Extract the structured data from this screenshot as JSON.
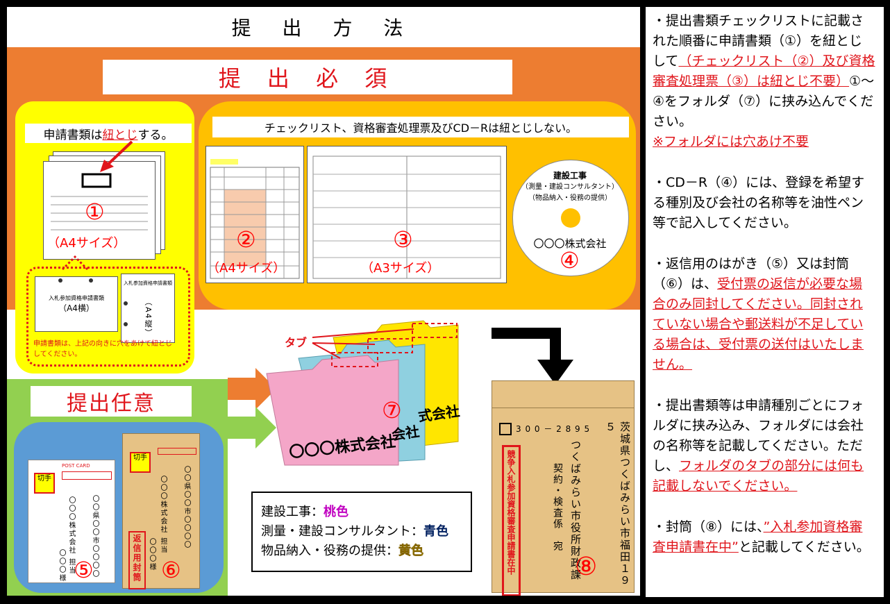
{
  "header": {
    "title": "提 出 方 法"
  },
  "required": {
    "banner": "提 出 必 須",
    "bind_note_pre": "申請書類は",
    "bind_note_link": "紐とじ",
    "bind_note_post": "する。",
    "doc1_num": "①",
    "doc1_size": "（A4サイズ）",
    "form_h_label": "入札参加資格申請書類",
    "form_h_size": "（A4横）",
    "form_v_label": "入札参加資格申請書類",
    "form_v_size": "（A4縦）",
    "hole_note": "申請書類は、上記の向きに穴をあけて紐とじしてください。",
    "nobind_note": "チェックリスト、資格審査処理票及びCD－Rは紐とじしない。",
    "doc2_num": "②",
    "doc2_size": "（A4サイズ）",
    "doc3_num": "③",
    "doc3_size": "（A3サイズ）",
    "cd_line1": "建設工事",
    "cd_line2": "（測量・建設コンサルタント）",
    "cd_line3": "（物品納入・役務の提供）",
    "cd_company": "〇〇〇株式会社",
    "cd_num": "④"
  },
  "optional": {
    "banner": "提出任意",
    "postcard_label": "POST CARD",
    "stamp": "切手",
    "postcard_addr1": "〇〇〇株式会社 担当",
    "postcard_addr2": "〇〇県〇〇市〇〇〇〇",
    "postcard_addr3": "〇〇〇様",
    "postcard_num": "⑤",
    "env_addr1": "〇〇〇株式会社 担当",
    "env_addr2": "〇〇県〇〇市〇〇〇〇",
    "env_addr3": "〇〇〇様",
    "env_return": "返信用封筒",
    "env_num": "⑥"
  },
  "folders": {
    "tab_label": "タブ",
    "company": "〇〇〇株式会社",
    "company_mid": "会社",
    "company_back": "式会社",
    "num": "⑦",
    "legend": [
      {
        "label": "建設工事：",
        "color_name": "桃色",
        "color": "#c000c0"
      },
      {
        "label": "測量・建設コンサルタント：",
        "color_name": "青色",
        "color": "#002060"
      },
      {
        "label": "物品納入・役務の提供：",
        "color_name": "黄色",
        "color": "#ffff00"
      }
    ]
  },
  "envelope": {
    "postal": "3 0 0 － 2 8 9 5",
    "addr1": "茨城県つくばみらい市福田１９５",
    "addr2": "つくばみらい市役所財政課",
    "addr3": "契約・検査係　宛",
    "note": "競争入札参加資格審査申請書在中",
    "num": "⑧"
  },
  "instructions": {
    "p1_a": "・提出書類チェックリストに記載された順番に申請書類（①）を紐とじして",
    "p1_b": "（チェックリスト（②）及び資格審査処理票（③）は紐とじ不要）",
    "p1_c": "①～④をフォルダ（⑦）に挟み込んでください。",
    "p1_d": "※フォルダには穴あけ不要",
    "p2": "・CD－R（④）には、登録を希望する種別及び会社の名称等を油性ペン等で記入してください。",
    "p3_a": "・返信用のはがき（⑤）又は封筒（⑥）は、",
    "p3_b": "受付票の返信が必要な場合のみ同封してください。同封されていない場合や郵送料が不足している場合は、受付票の送付はいたしません。",
    "p4_a": "・提出書類等は申請種別ごとにフォルダに挟み込み、フォルダには会社の名称等を記載してください。ただし、",
    "p4_b": "フォルダのタブの部分には何も記載しないでください。",
    "p5_a": "・封筒（⑧）には、",
    "p5_b": "”入札参加資格審査申請書在中”",
    "p5_c": "と記載してください。"
  },
  "colors": {
    "orange": "#ed7d31",
    "yellow": "#ffff00",
    "amber": "#ffc000",
    "green": "#92d050",
    "blue": "#5b9bd5",
    "red": "#e0151b",
    "pink": "#f4a6c8",
    "teal": "#8fd0e0",
    "kraft": "#e6c285"
  }
}
